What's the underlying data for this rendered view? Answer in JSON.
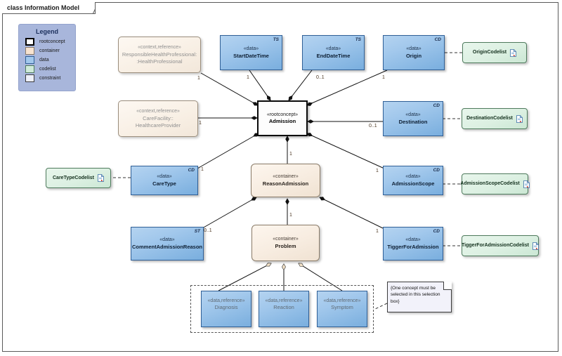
{
  "frame": {
    "label": "class Information Model"
  },
  "legend": {
    "title": "Legend",
    "items": [
      {
        "label": "rootconcept",
        "color": "#ffffff",
        "border": "#000000"
      },
      {
        "label": "container",
        "color": "#f7e3d0",
        "border": "#8a7b68"
      },
      {
        "label": "data",
        "color": "#a2c8ec",
        "border": "#2f5f96"
      },
      {
        "label": "codelist",
        "color": "#cfeada",
        "border": "#4e7a5c"
      },
      {
        "label": "constraint",
        "color": "#eef0fa",
        "border": "#3c3c3c"
      }
    ]
  },
  "nodes": [
    {
      "id": "responsible",
      "kind": "context",
      "stereotype": "«context,reference»",
      "name": "ResponsibleHealthProfessional:\n:HealthProfessional",
      "corner": ""
    },
    {
      "id": "startdatetime",
      "kind": "data",
      "stereotype": "«data»",
      "name": "StartDateTime",
      "corner": "TS"
    },
    {
      "id": "enddatetime",
      "kind": "data",
      "stereotype": "«data»",
      "name": "EndDateTime",
      "corner": "TS"
    },
    {
      "id": "origin",
      "kind": "data",
      "stereotype": "«data»",
      "name": "Origin",
      "corner": "CD"
    },
    {
      "id": "origincodelist",
      "kind": "codelist",
      "stereotype": "",
      "name": "OriginCodelist",
      "corner": ""
    },
    {
      "id": "carefacility",
      "kind": "context",
      "stereotype": "«context,reference»",
      "name": "CareFacility::\nHealthcareProvider",
      "corner": ""
    },
    {
      "id": "admission",
      "kind": "root",
      "stereotype": "«rootconcept»",
      "name": "Admission",
      "corner": ""
    },
    {
      "id": "destination",
      "kind": "data",
      "stereotype": "«data»",
      "name": "Destination",
      "corner": "CD"
    },
    {
      "id": "destinationcodelist",
      "kind": "codelist",
      "stereotype": "",
      "name": "DestinationCodelist",
      "corner": ""
    },
    {
      "id": "caretypecodelist",
      "kind": "codelist",
      "stereotype": "",
      "name": "CareTypeCodelist",
      "corner": ""
    },
    {
      "id": "caretype",
      "kind": "data",
      "stereotype": "«data»",
      "name": "CareType",
      "corner": "CD"
    },
    {
      "id": "reasonadmission",
      "kind": "container",
      "stereotype": "«container»",
      "name": "ReasonAdmission",
      "corner": ""
    },
    {
      "id": "admissionscope",
      "kind": "data",
      "stereotype": "«data»",
      "name": "AdmissionScope",
      "corner": "CD"
    },
    {
      "id": "admissionscopecodelist",
      "kind": "codelist",
      "stereotype": "",
      "name": "AdmissionScopeCodelist",
      "corner": ""
    },
    {
      "id": "commentadmissionreason",
      "kind": "data",
      "stereotype": "«data»",
      "name": "CommentAdmissionReason",
      "corner": "ST"
    },
    {
      "id": "problem",
      "kind": "container",
      "stereotype": "«container»",
      "name": "Problem",
      "corner": ""
    },
    {
      "id": "tiggerforadmission",
      "kind": "data",
      "stereotype": "«data»",
      "name": "TiggerForAdmission",
      "corner": "CD"
    },
    {
      "id": "tiggerforadmissioncodelist",
      "kind": "codelist",
      "stereotype": "",
      "name": "TiggerForAdmissionCodelist",
      "corner": ""
    },
    {
      "id": "diagnosis",
      "kind": "dataref",
      "stereotype": "«data,reference»",
      "name": "Diagnosis",
      "corner": ""
    },
    {
      "id": "reaction",
      "kind": "dataref",
      "stereotype": "«data,reference»",
      "name": "Reaction",
      "corner": ""
    },
    {
      "id": "symptom",
      "kind": "dataref",
      "stereotype": "«data,reference»",
      "name": "Symptom",
      "corner": ""
    }
  ],
  "multiplicities": [
    {
      "id": "m-responsible",
      "text": "1"
    },
    {
      "id": "m-startdatetime",
      "text": "1"
    },
    {
      "id": "m-enddatetime",
      "text": "0..1"
    },
    {
      "id": "m-origin",
      "text": "1"
    },
    {
      "id": "m-carefacility",
      "text": "1"
    },
    {
      "id": "m-destination",
      "text": "0..1"
    },
    {
      "id": "m-caretype",
      "text": "1"
    },
    {
      "id": "m-admissionscope",
      "text": "1"
    },
    {
      "id": "m-reasonadmission",
      "text": "1"
    },
    {
      "id": "m-comment",
      "text": "0..1"
    },
    {
      "id": "m-problem",
      "text": "1"
    },
    {
      "id": "m-tigger",
      "text": "1"
    }
  ],
  "note": {
    "text": "{One concept must be selected in this selection box}"
  }
}
